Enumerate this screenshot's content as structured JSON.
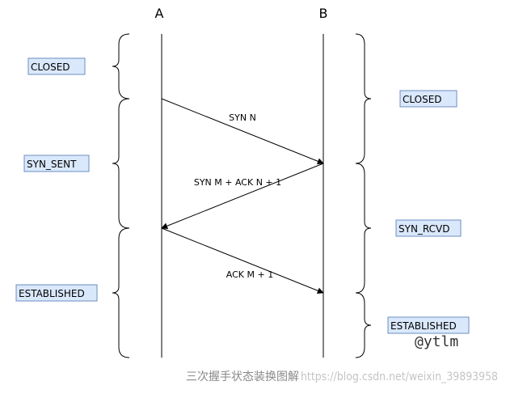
{
  "endpoints": {
    "a": "A",
    "b": "B"
  },
  "messages": {
    "syn": "SYN N",
    "syn_ack": "SYN M + ACK N + 1",
    "ack": "ACK M + 1"
  },
  "states": {
    "a_closed": "CLOSED",
    "a_syn_sent": "SYN_SENT",
    "a_established": "ESTABLISHED",
    "b_closed": "CLOSED",
    "b_syn_rcvd": "SYN_RCVD",
    "b_established": "ESTABLISHED"
  },
  "watermark": {
    "handle": "@ytlm",
    "caption": "三次握手状态装换图解",
    "url": "https://blog.csdn.net/weixin_39893958"
  },
  "colors": {
    "state_fill": "#dae8fc",
    "state_border": "#6c8ebf",
    "line": "#000000"
  }
}
